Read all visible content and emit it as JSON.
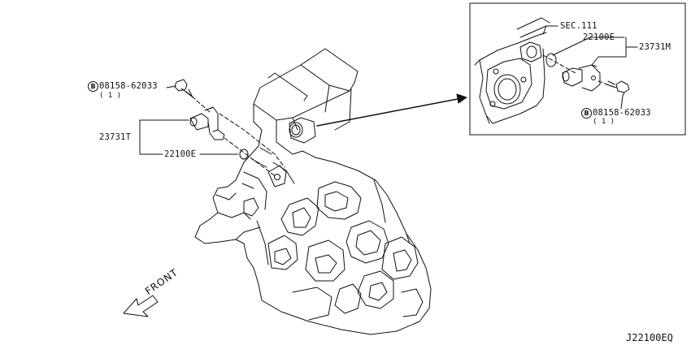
{
  "callouts": {
    "main_bolt": {
      "b_mark": "B",
      "part": "08158-62033",
      "qty": "( 1 )"
    },
    "main_sensor": {
      "part": "23731T"
    },
    "main_oring": {
      "part": "22100E"
    },
    "inset_section": {
      "part": "SEC.111"
    },
    "inset_oring": {
      "part": "22100E"
    },
    "inset_sensor": {
      "part": "23731M"
    },
    "inset_bolt": {
      "b_mark": "B",
      "part": "08158-62033",
      "qty": "( 1 )"
    }
  },
  "direction": {
    "label": "FRONT"
  },
  "diagram_code": "J22100EQ"
}
